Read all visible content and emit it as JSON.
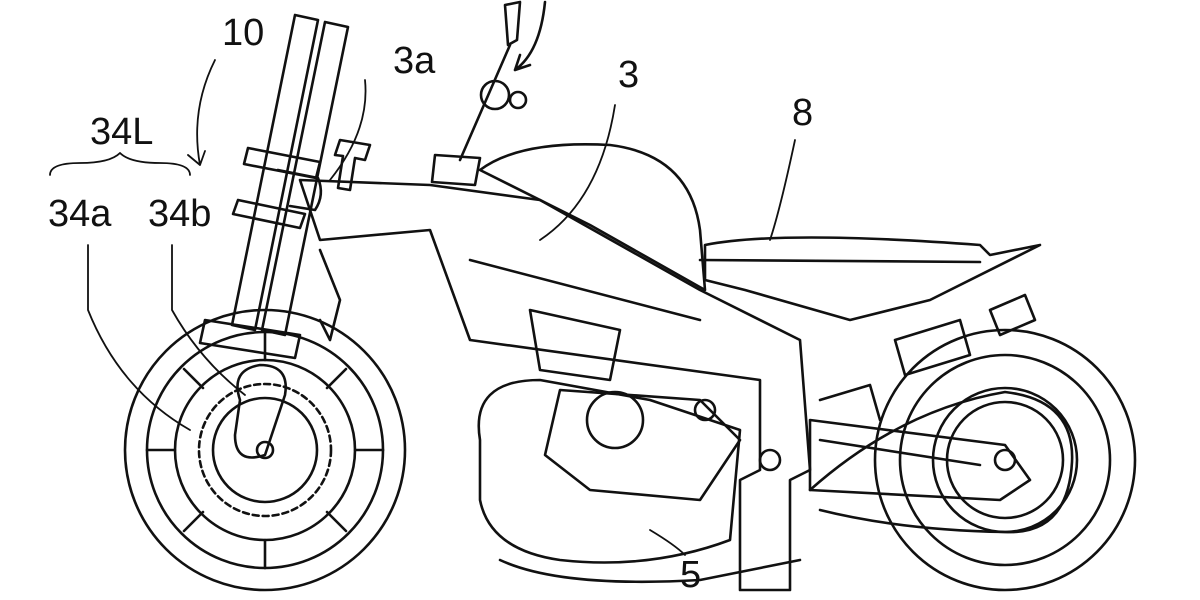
{
  "figure": {
    "labels": {
      "steering": "10",
      "frame_head": "3a",
      "frame": "3",
      "seat": "8",
      "brake_group": "34L",
      "brake_a": "34a",
      "brake_b": "34b",
      "engine": "5"
    }
  }
}
